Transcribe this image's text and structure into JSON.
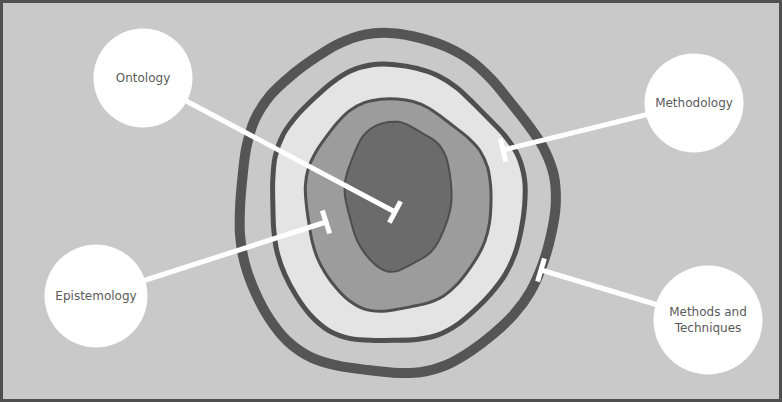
{
  "diagram": {
    "nodes": [
      {
        "text": [
          "Ontology"
        ]
      },
      {
        "text": [
          "Methodology"
        ]
      },
      {
        "text": [
          "Epistemology"
        ]
      },
      {
        "text": [
          "Methods and Techniques"
        ]
      }
    ]
  }
}
